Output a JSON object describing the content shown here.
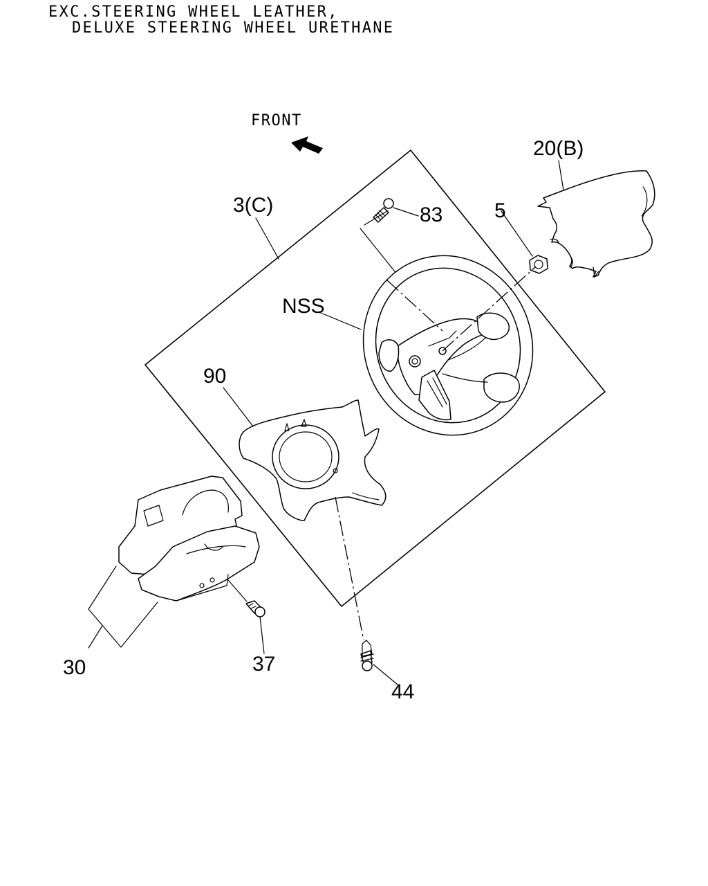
{
  "header": {
    "line1": "EXC.STEERING WHEEL LEATHER,",
    "line2": "DELUXE STEERING WHEEL URETHANE"
  },
  "orientation": {
    "label": "FRONT",
    "icon": "arrow-up-left-icon"
  },
  "callouts": {
    "c20": "20(B)",
    "c3": "3(C)",
    "c83": "83",
    "c5": "5",
    "cNSS": "NSS",
    "c90": "90",
    "c30": "30",
    "c37": "37",
    "c44": "44"
  }
}
